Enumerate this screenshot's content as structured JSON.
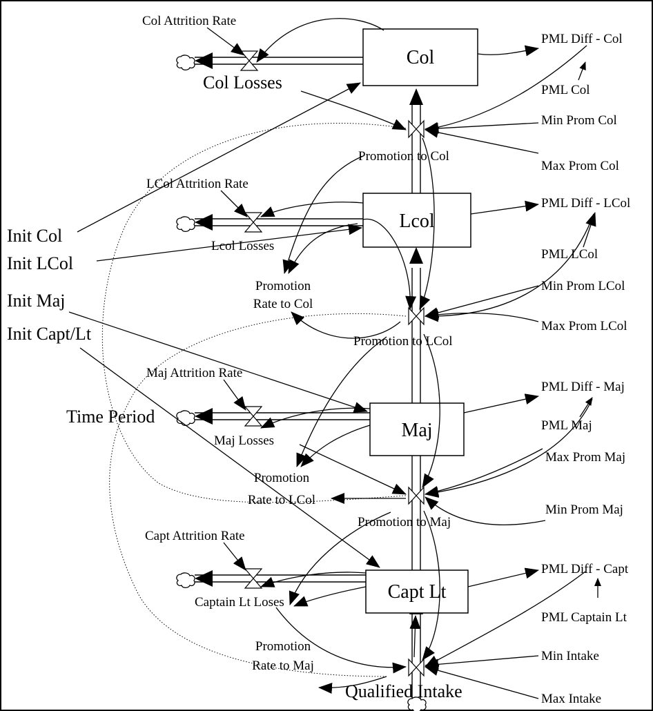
{
  "stocks": {
    "col": "Col",
    "lcol": "Lcol",
    "maj": "Maj",
    "capt": "Capt Lt"
  },
  "flows": {
    "col_losses": "Col Losses",
    "lcol_losses": "Lcol Losses",
    "maj_losses": "Maj Losses",
    "capt_losses": "Captain Lt Loses",
    "prom_col": "Promotion to Col",
    "prom_lcol": "Promotion to LCol",
    "prom_maj": "Promotion to Maj",
    "intake": "Qualified Intake"
  },
  "variables": {
    "col_attr": "Col Attrition Rate",
    "lcol_attr": "LCol Attrition Rate",
    "maj_attr": "Maj Attrition Rate",
    "capt_attr": "Capt Attrition Rate",
    "init_col": "Init Col",
    "init_lcol": "Init LCol",
    "init_maj": "Init Maj",
    "init_capt": "Init Capt/Lt",
    "time_period": "Time Period",
    "prom_rate_col_1": "Promotion",
    "prom_rate_col_2": "Rate to Col",
    "prom_rate_lcol_1": "Promotion",
    "prom_rate_lcol_2": "Rate to LCol",
    "prom_rate_maj_1": "Promotion",
    "prom_rate_maj_2": "Rate to Maj",
    "pml_diff_col": "PML Diff - Col",
    "pml_col": "PML Col",
    "min_prom_col": "Min Prom Col",
    "max_prom_col": "Max Prom Col",
    "pml_diff_lcol": "PML Diff - LCol",
    "pml_lcol": "PML LCol",
    "min_prom_lcol": "Min Prom LCol",
    "max_prom_lcol": "Max Prom LCol",
    "pml_diff_maj": "PML Diff - Maj",
    "pml_maj": "PML Maj",
    "max_prom_maj": "Max Prom Maj",
    "min_prom_maj": "Min Prom Maj",
    "pml_diff_capt": "PML Diff - Capt",
    "pml_capt": "PML Captain Lt",
    "min_intake": "Min Intake",
    "max_intake": "Max Intake"
  },
  "icons": {
    "cloud": "cloud-icon",
    "valve": "valve-icon"
  }
}
